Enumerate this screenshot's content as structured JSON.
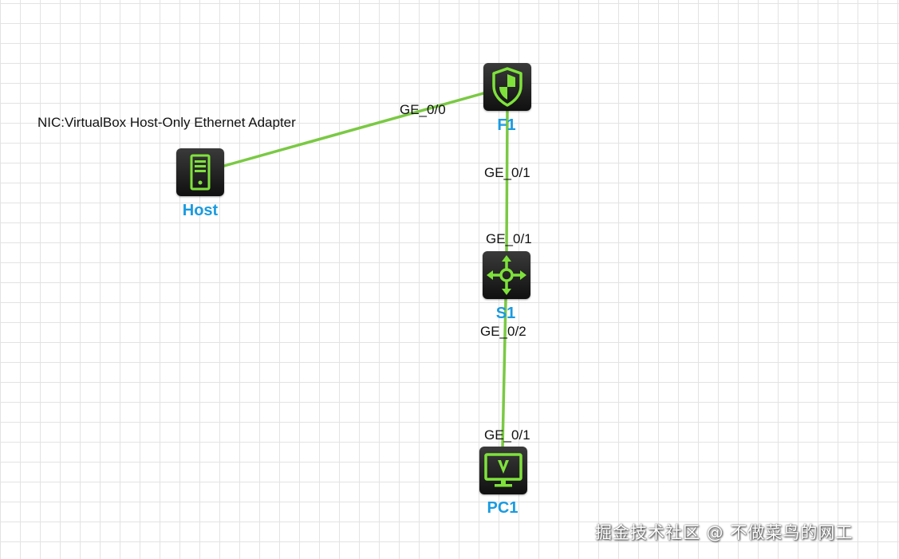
{
  "colors": {
    "link": "#7ac943",
    "device_label": "#1a9be0",
    "icon_green": "#7ee23b",
    "icon_bg": "#1a1a1a"
  },
  "devices": [
    {
      "id": "host",
      "label": "Host",
      "icon": "server-icon",
      "note": "NIC:VirtualBox Host-Only  Ethernet Adapter"
    },
    {
      "id": "f1",
      "label": "F1",
      "icon": "firewall-shield-icon"
    },
    {
      "id": "s1",
      "label": "S1",
      "icon": "switch-arrows-icon"
    },
    {
      "id": "pc1",
      "label": "PC1",
      "icon": "pc-monitor-icon"
    }
  ],
  "links": [
    {
      "from": "host",
      "to": "f1",
      "ports": {
        "f1": "GE_0/0"
      }
    },
    {
      "from": "f1",
      "to": "s1",
      "ports": {
        "f1": "GE_0/1",
        "s1": "GE_0/1"
      }
    },
    {
      "from": "s1",
      "to": "pc1",
      "ports": {
        "s1": "GE_0/2",
        "pc1": "GE_0/1"
      }
    }
  ],
  "watermark": "掘金技术社区 @ 不做菜鸟的网工"
}
